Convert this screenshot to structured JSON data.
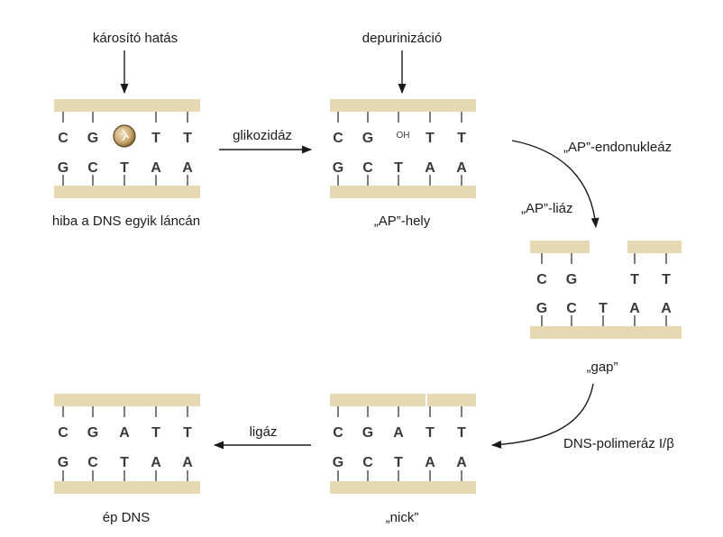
{
  "labels": {
    "damaging_effect": "károsító hatás",
    "depurination": "depurinizáció",
    "glycosidase": "glikozidáz",
    "ap_endonuclease": "„AP”-endonukleáz",
    "ap_lyase": "„AP”-liáz",
    "strand_error": "hiba a DNS egyik láncán",
    "ap_site": "„AP”-hely",
    "gap": "„gap”",
    "dna_polymerase": "DNS-polimeráz I/β",
    "ligase": "ligáz",
    "intact_dna": "ép DNS",
    "nick": "„nick”"
  },
  "panels": {
    "damaged": {
      "top": [
        "C",
        "G",
        "",
        "T",
        "T"
      ],
      "bottom": [
        "G",
        "C",
        "T",
        "A",
        "A"
      ]
    },
    "ap_site": {
      "top": [
        "C",
        "G",
        "OH",
        "T",
        "T"
      ],
      "bottom": [
        "G",
        "C",
        "T",
        "A",
        "A"
      ]
    },
    "gap": {
      "top": [
        "C",
        "G",
        "",
        "T",
        "T"
      ],
      "bottom": [
        "G",
        "C",
        "T",
        "A",
        "A"
      ]
    },
    "nick": {
      "top": [
        "C",
        "G",
        "A",
        "T",
        "T"
      ],
      "bottom": [
        "G",
        "C",
        "T",
        "A",
        "A"
      ]
    },
    "intact": {
      "top": [
        "C",
        "G",
        "A",
        "T",
        "T"
      ],
      "bottom": [
        "G",
        "C",
        "T",
        "A",
        "A"
      ]
    }
  },
  "colors": {
    "backbone": "#e6d8b2",
    "backbone_light": "#efe6cc",
    "damaged_base": "#b08a4e",
    "text": "#1a1a1a"
  }
}
